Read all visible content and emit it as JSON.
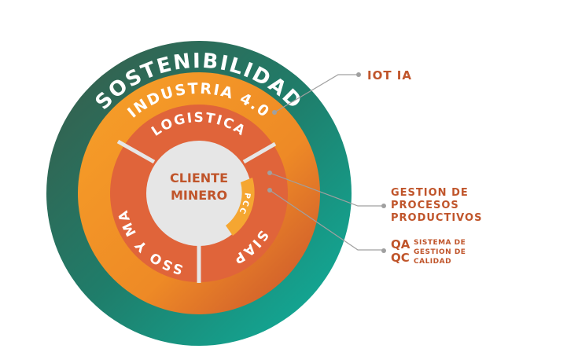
{
  "rings": {
    "outer": "SOSTENIBILIDAD",
    "second": "INDUSTRIA 4.0",
    "third_top": "LOGISTICA",
    "third_left": "SSO Y MA",
    "third_right": "SIAP",
    "center_line1": "CLIENTE",
    "center_line2": "MINERO",
    "pcc": "PCC"
  },
  "callouts": {
    "iot": "IOT IA",
    "gestion": [
      "GESTION DE",
      "PROCESOS",
      "PRODUCTIVOS"
    ],
    "qa_short": [
      "QA",
      "QC"
    ],
    "qa_long": [
      "SISTEMA DE",
      "GESTION DE",
      "CALIDAD"
    ]
  },
  "colors": {
    "teal": "#16a595",
    "dark_green": "#2e6a55",
    "orange": "#f39a22",
    "red_orange": "#e0643a",
    "grey": "#e6e6e6",
    "label": "#c0552b"
  }
}
